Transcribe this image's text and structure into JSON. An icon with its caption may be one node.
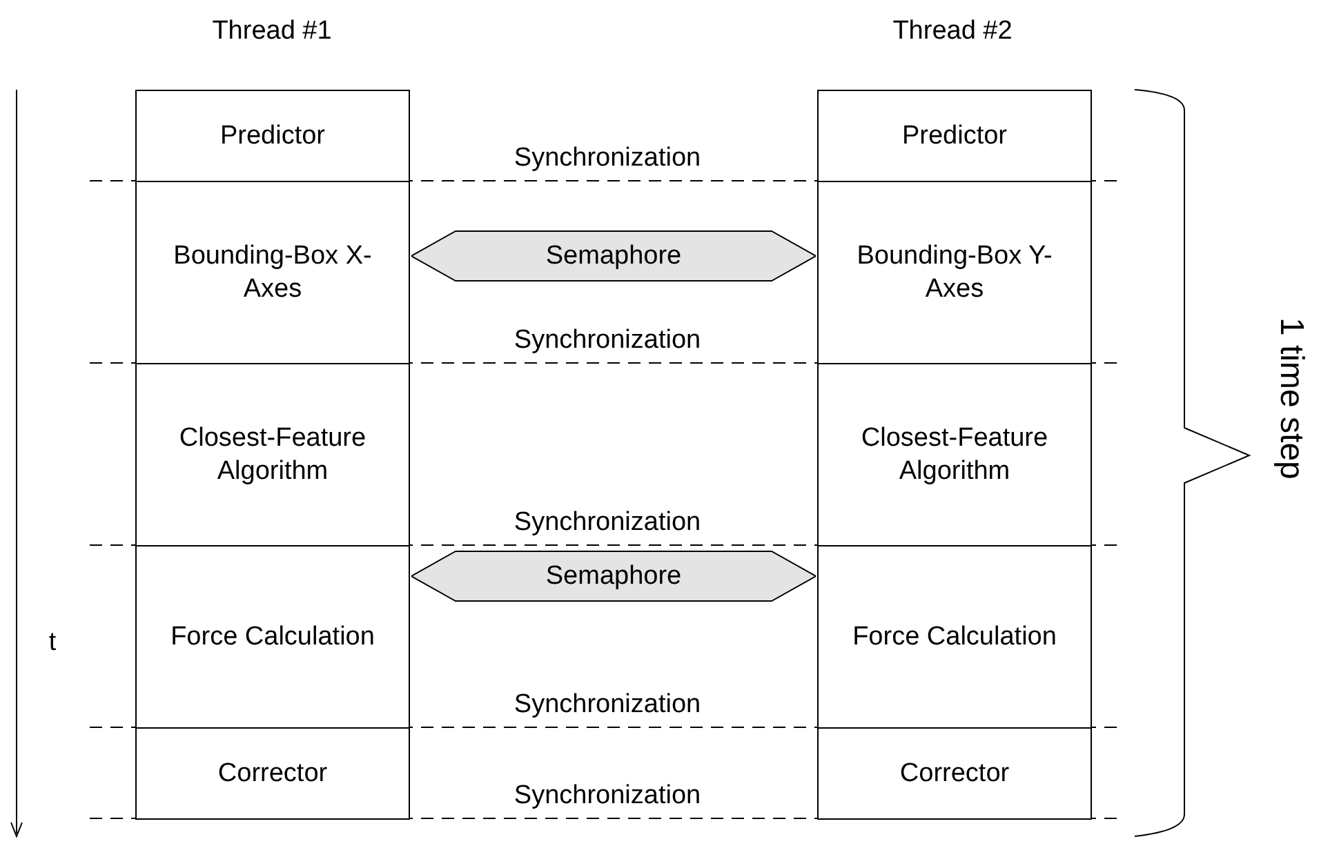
{
  "diagram": {
    "nodes": [
      {
        "text": [
          "Predictor"
        ]
      },
      {
        "text": [
          "Predictor"
        ]
      },
      {
        "text": [
          "Bounding-Box X-Axes"
        ]
      },
      {
        "text": [
          "Semaphore"
        ]
      },
      {
        "text": [
          "Bounding-Box Y-Axes"
        ]
      },
      {
        "text": [
          "Closest-Feature Algorithm"
        ]
      },
      {
        "text": [
          "Closest-Feature Algorithm"
        ]
      },
      {
        "text": [
          "Force Calculation"
        ]
      },
      {
        "text": [
          "Semaphore"
        ]
      },
      {
        "text": [
          "Force Calculation"
        ]
      },
      {
        "text": [
          "Corrector"
        ]
      },
      {
        "text": [
          "Corrector"
        ]
      }
    ],
    "labels": [
      "Thread #1",
      "Thread #2",
      "Synchronization",
      "Synchronization",
      "Synchronization",
      "Synchronization",
      "Synchronization",
      "t",
      "1 time step"
    ]
  }
}
